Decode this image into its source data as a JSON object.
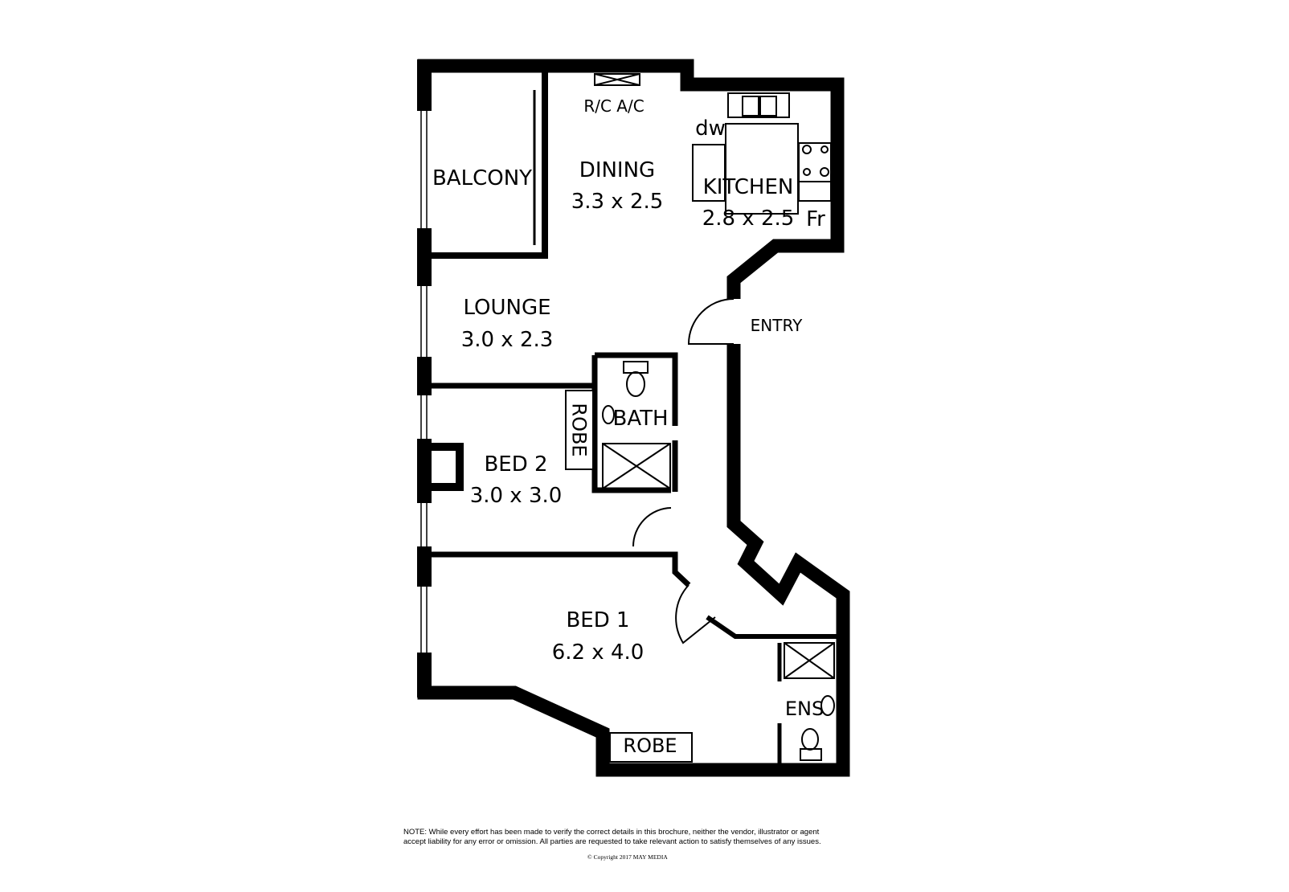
{
  "rooms": {
    "balcony": {
      "name": "BALCONY"
    },
    "dining": {
      "name": "DINING",
      "size": "3.3 x 2.5"
    },
    "kitchen": {
      "name": "KITCHEN",
      "size": "2.8 x 2.5"
    },
    "lounge": {
      "name": "LOUNGE",
      "size": "3.0 x 2.3"
    },
    "bath": {
      "name": "BATH"
    },
    "bed2": {
      "name": "BED 2",
      "size": "3.0 x 3.0"
    },
    "bed1": {
      "name": "BED 1",
      "size": "6.2 x 4.0"
    },
    "ens": {
      "name": "ENS"
    },
    "entry": {
      "name": "ENTRY"
    },
    "robe_bed2": {
      "name": "ROBE"
    },
    "robe_bed1": {
      "name": "ROBE"
    }
  },
  "fixtures": {
    "ac": "R/C A/C",
    "dishwasher": "dw",
    "fridge": "Fr"
  },
  "footer": {
    "note_line1": "NOTE: While every effort has been made to verify the correct details in this brochure, neither the vendor, illustrator or agent",
    "note_line2": "accept liability for any error or omission. All parties are requested to take relevant action to satisfy themselves of any issues.",
    "copyright": "© Copyright 2017 MAY MEDIA"
  }
}
